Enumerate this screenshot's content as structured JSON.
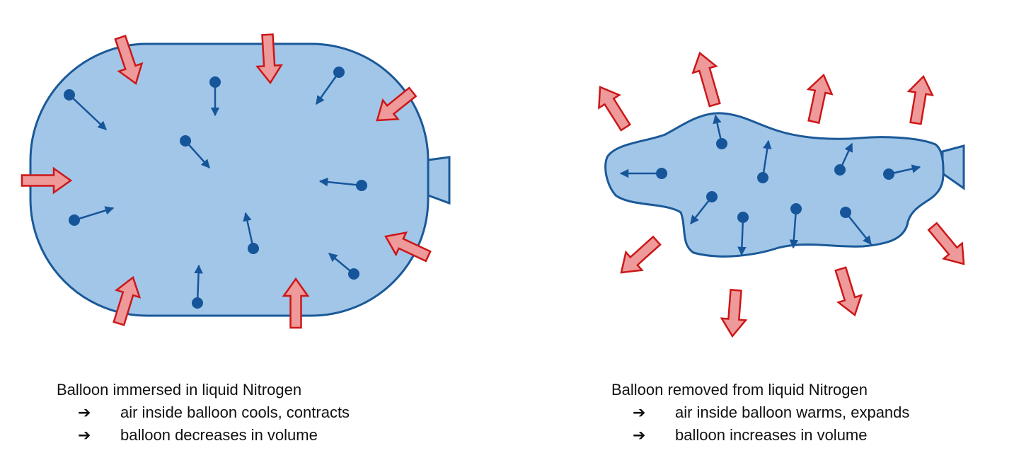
{
  "colors": {
    "balloon_fill": "#a1c6e8",
    "balloon_stroke": "#1b5998",
    "molecule": "#16559a",
    "pressure_fill": "#ee999a",
    "pressure_stroke": "#cc1718"
  },
  "icons": {
    "molecule": "molecule-dot-arrow-icon",
    "pressure": "block-arrow-icon",
    "bullet": "right-arrow-icon"
  },
  "left": {
    "caption": {
      "title": "Balloon immersed in liquid Nitrogen",
      "bullets": [
        {
          "arrow": "➔",
          "text": "air inside balloon cools, contracts"
        },
        {
          "arrow": "➔",
          "text": "balloon decreases in volume"
        }
      ]
    }
  },
  "right": {
    "caption": {
      "title": "Balloon removed from liquid Nitrogen",
      "bullets": [
        {
          "arrow": "➔",
          "text": "air inside balloon warms, expands"
        },
        {
          "arrow": "➔",
          "text": "balloon increases in volume"
        }
      ]
    }
  }
}
